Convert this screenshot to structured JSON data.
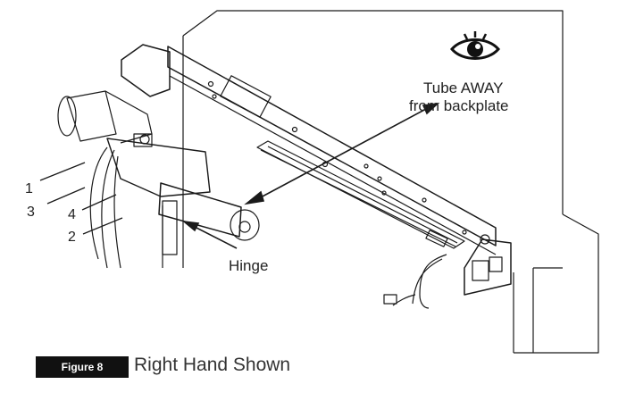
{
  "callouts": {
    "tube_line1": "Tube AWAY",
    "tube_line2": "from backplate",
    "hinge": "Hinge"
  },
  "screw_labels": [
    "1",
    "3",
    "4",
    "2"
  ],
  "figure": {
    "tag": "Figure 8",
    "caption": "Right Hand Shown"
  },
  "icons": {
    "view": "eye-icon"
  },
  "colors": {
    "line": "#1a1a1a",
    "tag_bg": "#111111",
    "tag_text": "#ffffff"
  }
}
